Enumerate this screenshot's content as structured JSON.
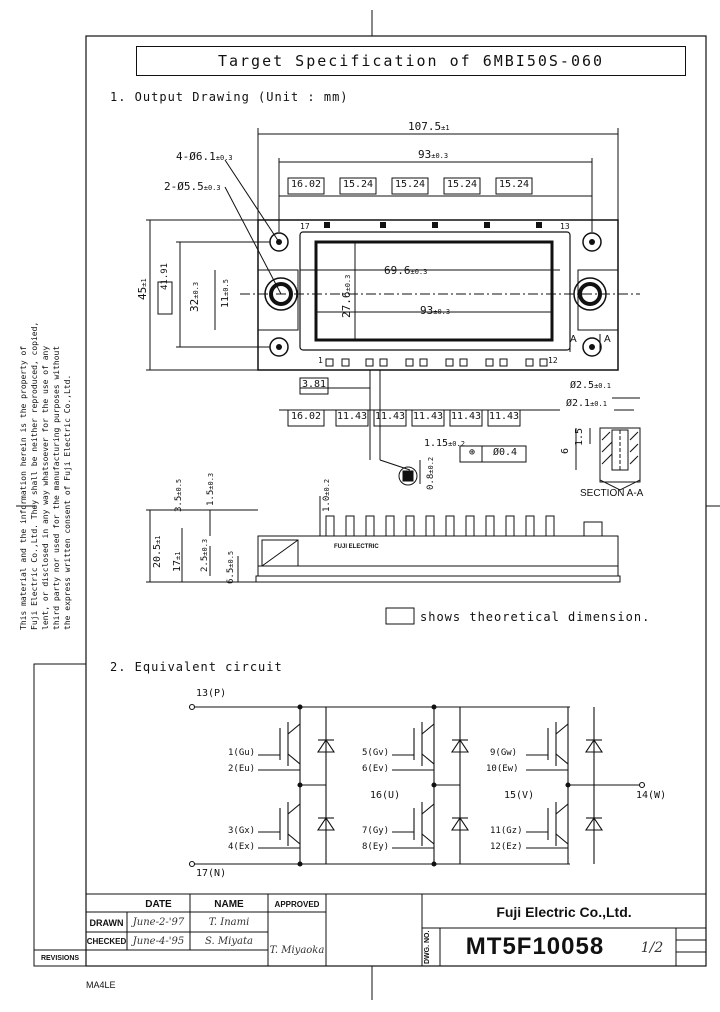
{
  "title": "Target Specification of 6MBI50S-060",
  "section1": {
    "heading": "1. Output Drawing (Unit : mm)"
  },
  "section2": {
    "heading": "2. Equivalent circuit"
  },
  "dims": {
    "overall_width": "107.5",
    "overall_width_tol": "±1",
    "holes4": "4-Ø6.1",
    "holes4_tol": "±0.3",
    "holes2": "2-Ø5.5",
    "holes2_tol": "±0.3",
    "hole_pitch": "93",
    "hole_pitch_tol": "±0.3",
    "top_boxes": [
      "16.02",
      "15.24",
      "15.24",
      "15.24",
      "15.24"
    ],
    "bottom_boxes": [
      "16.02",
      "11.43",
      "11.43",
      "11.43",
      "11.43",
      "11.43"
    ],
    "box_381": "3.81",
    "box_419": "41.91",
    "height45": "45",
    "height45_tol": "±1",
    "h32": "32",
    "h32_tol": "±0.3",
    "h11": "11",
    "h11_tol": "±0.5",
    "inner_w": "69.6",
    "inner_w_tol": "±0.3",
    "inner_h": "27.6",
    "inner_h_tol": "±0.3",
    "bottom93": "93",
    "bottom93_tol": "±0.3",
    "pin_pitch": "1.15",
    "pin_pitch_tol": "±0.2",
    "tol_frame": "Ø0.4",
    "pin_08": "0.8",
    "pin_08_tol": "±0.2",
    "d25": "Ø2.5",
    "d25_tol": "±0.1",
    "d21": "Ø2.1",
    "d21_tol": "±0.1",
    "dim6": "6",
    "dim15": "1.5",
    "section_label": "SECTION A-A",
    "label_A": "A",
    "pin_12": "12",
    "pin_13": "13",
    "pin_1": "1",
    "pin_17": "17",
    "side_35": "3.5",
    "side_35_tol": "±0.5",
    "side_15": "1.5",
    "side_15_tol": "±0.3",
    "side_10": "1.0",
    "side_10_tol": "±0.2",
    "side_205": "20.5",
    "side_205_tol": "±1",
    "side_17": "17",
    "side_17_tol": "±1",
    "side_25": "2.5",
    "side_25_tol": "±0.3",
    "side_65": "6.5",
    "side_65_tol": "±0.5",
    "brand_mark": "FUJI ELECTRIC",
    "theoretical_note": "shows theoretical dimension."
  },
  "circuit": {
    "p": "13(P)",
    "n": "17(N)",
    "u": "16(U)",
    "v": "15(V)",
    "w": "14(W)",
    "gates": [
      "1(Gu)",
      "2(Eu)",
      "3(Gx)",
      "4(Ex)",
      "5(Gv)",
      "6(Ev)",
      "7(Gy)",
      "8(Ey)",
      "9(Gw)",
      "10(Ew)",
      "11(Gz)",
      "12(Ez)"
    ]
  },
  "side_note": "This material and the information herein is the property of\nFuji Electric Co.,Ltd. They shall be neither reproduced, copied,\nlent, or disclosed in any way whatsoever for the use of any\nthird party nor used for the manufacturing purposes without\nthe express written consent of Fuji Electric Co.,Ltd.",
  "title_block": {
    "date_hdr": "DATE",
    "name_hdr": "NAME",
    "approved_hdr": "APPROVED",
    "drawn": "DRAWN",
    "checked": "CHECKED",
    "drawn_date": "June-2-'97",
    "drawn_name": "T. Inami",
    "checked_date": "June-4-'95",
    "checked_name": "S. Miyata",
    "approved_name": "T. Miyaoka",
    "company": "Fuji Electric Co.,Ltd.",
    "dwg_no_label": "DWG. NO.",
    "dwg_no": "MT5F10058",
    "sheet": "1/2",
    "revisions": "REVISIONS"
  },
  "footer_code": "MA4LE"
}
